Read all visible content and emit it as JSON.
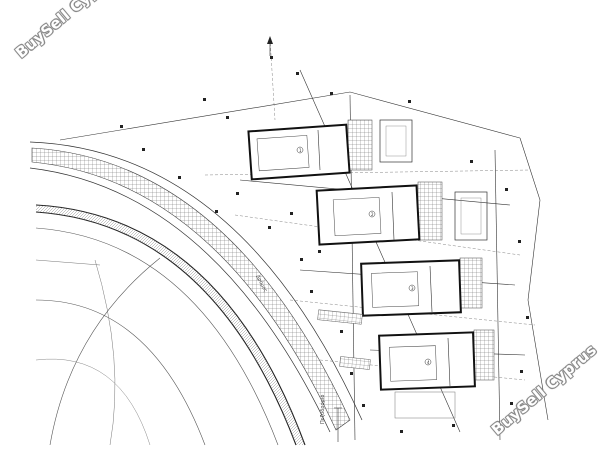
{
  "watermark": {
    "top_left": "BuySell Cyprus",
    "bottom_right": "BuySell Cyprus"
  },
  "plan": {
    "stroke": "#1a1a1a",
    "paving": "#555555",
    "background": "#ffffff",
    "road_label": "Δρόμος",
    "edge_label": "Πεζοδρόμιο",
    "units": [
      {
        "name": "unit-1",
        "number": "1"
      },
      {
        "name": "unit-2",
        "number": "2"
      },
      {
        "name": "unit-3",
        "number": "3"
      },
      {
        "name": "unit-4",
        "number": "4"
      }
    ]
  }
}
